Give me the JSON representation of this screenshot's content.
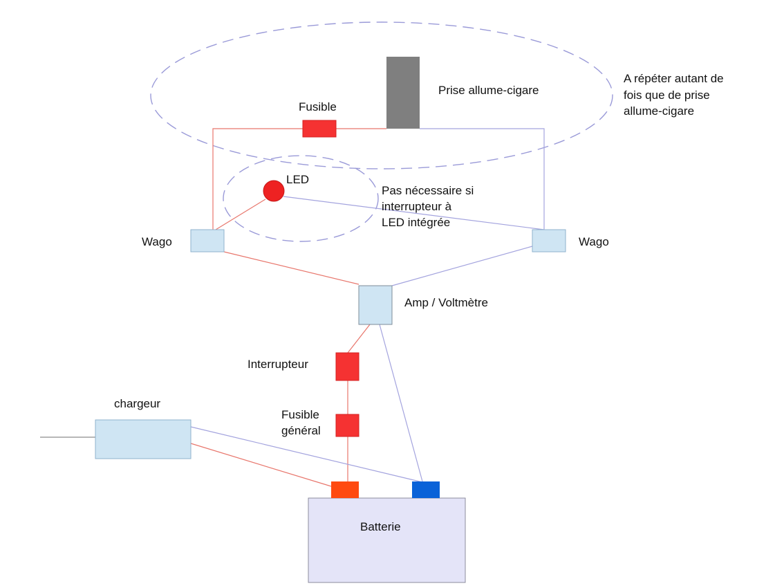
{
  "colors": {
    "positive_wire": "#e8766c",
    "negative_wire": "#a3a3de",
    "fuse": "#f53232",
    "led": "#ee2222",
    "socket": "#7f7f7f",
    "module_fill": "#cfe5f3",
    "module_stroke": "#8fb2cc",
    "battery_fill": "#e4e4f8",
    "battery_stroke": "#8b8b9c",
    "terminal_positive": "#ff4a10",
    "terminal_negative": "#0a62d8",
    "dashed_outline": "#9a9ad8",
    "charger_input_wire": "#8c8c8c"
  },
  "labels": {
    "fusible": "Fusible",
    "prise": "Prise allume-cigare",
    "repeat_line1": "A répéter autant de",
    "repeat_line2": "fois que de prise",
    "repeat_line3": "allume-cigare",
    "led": "LED",
    "pas_line1": "Pas nécessaire si",
    "pas_line2": "interrupteur à",
    "pas_line3": "LED intégrée",
    "wago_left": "Wago",
    "wago_right": "Wago",
    "amp": "Amp / Voltmètre",
    "interrupteur": "Interrupteur",
    "fusible_general_line1": "Fusible",
    "fusible_general_line2": "général",
    "chargeur": "chargeur",
    "batterie": "Batterie"
  }
}
